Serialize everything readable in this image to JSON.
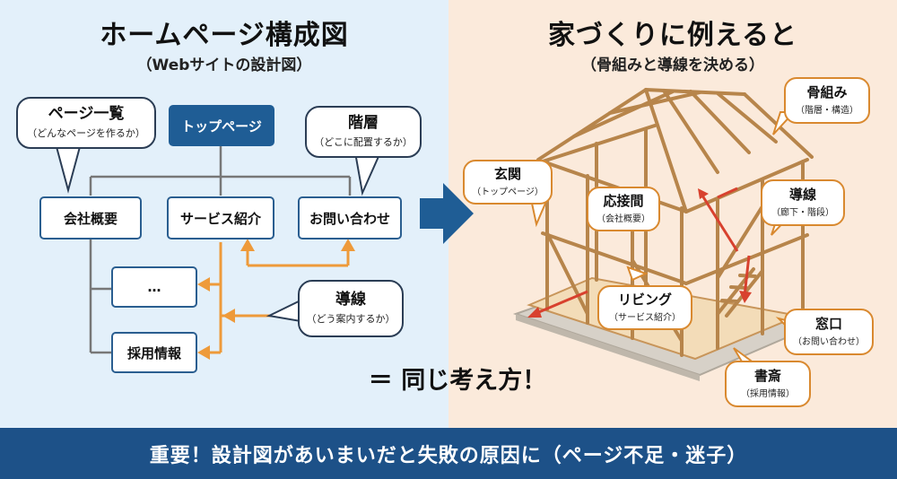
{
  "left": {
    "title": "ホームページ構成図",
    "subtitle": "（Webサイトの設計図）",
    "top_node": "トップページ",
    "nodes": {
      "company": "会社概要",
      "service": "サービス紹介",
      "contact": "お問い合わせ",
      "more": "…",
      "recruit": "採用情報"
    },
    "bubbles": {
      "pages": {
        "title": "ページ一覧",
        "sub": "（どんなページを作るか）"
      },
      "hierarchy": {
        "title": "階層",
        "sub": "（どこに配置するか）"
      },
      "flow": {
        "title": "導線",
        "sub": "（どう案内するか）"
      }
    }
  },
  "right": {
    "title": "家づくりに例えると",
    "subtitle": "（骨組みと導線を決める）",
    "labels": {
      "frame": {
        "title": "骨組み",
        "sub": "（階層・構造）"
      },
      "entrance": {
        "title": "玄関",
        "sub": "（トップページ）"
      },
      "reception": {
        "title": "応接間",
        "sub": "（会社概要）"
      },
      "flow": {
        "title": "導線",
        "sub": "（廊下・階段）"
      },
      "living": {
        "title": "リビング",
        "sub": "（サービス紹介）"
      },
      "window": {
        "title": "窓口",
        "sub": "（お問い合わせ）"
      },
      "study": {
        "title": "書斎",
        "sub": "（採用情報）"
      }
    }
  },
  "equal_text": "＝ 同じ考え方！",
  "footer_text": "重要！設計図があいまいだと失敗の原因に（ページ不足・迷子）",
  "colors": {
    "navy": "#1f5d95",
    "orange_arrow": "#ee9a3a",
    "red_arrow": "#d8412e",
    "wood": "#cf9c5e",
    "footer": "#1d5188"
  }
}
